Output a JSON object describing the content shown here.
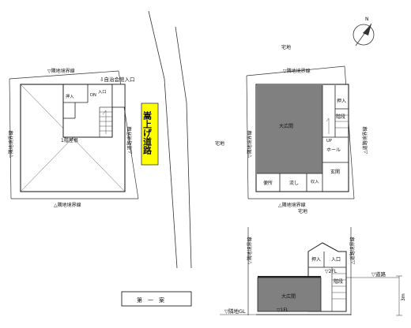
{
  "labels": {
    "takuchi_top": "宅地",
    "takuchi_left": "宅地",
    "takuchi_bottom": "宅地",
    "boundary_top_left": "▽隣地境界線",
    "boundary_top_right": "▽隣地境界線",
    "boundary_bottom_left": "△隣地境界線",
    "boundary_bottom_right": "△隣地境界線",
    "boundary_side_left": "▽隣地境界線",
    "boundary_side_mid": "▽隣地境界線",
    "road_boundary_1": "△道路境界線",
    "road_boundary_2": "△道路境界線",
    "road_boundary_3": "△道路境界線",
    "section_neighbor": "▽隣地境界線",
    "entrance_arrow": "⇩自治会館入口",
    "oshiire_1": "押入",
    "dn": "DN",
    "iriguchi_1": "入口",
    "floor1_roof": "1階屋根",
    "road_sign": "嵩上げ道路",
    "oshiire_2": "押入",
    "kaidan_1": "階段",
    "hall_big_1": "大広間",
    "up": "UP",
    "hall": "ホール",
    "genkan": "玄関",
    "benjo": "便所",
    "nagashi": "流し",
    "oshiire_3": "収入",
    "oshiire_4": "押入",
    "iriguchi_2": "入口",
    "fl2": "▽2FL",
    "kaidan_2": "階段",
    "hall_big_2": "大広間",
    "fl1": "▽1FL",
    "dourou_level": "▽道路",
    "gl_level": "▽隣地GL",
    "dim": "3m",
    "plan_title": "第　一　案"
  },
  "colors": {
    "hall_fill": "#808080",
    "road_fill": "#ffff00",
    "line": "#333333"
  }
}
